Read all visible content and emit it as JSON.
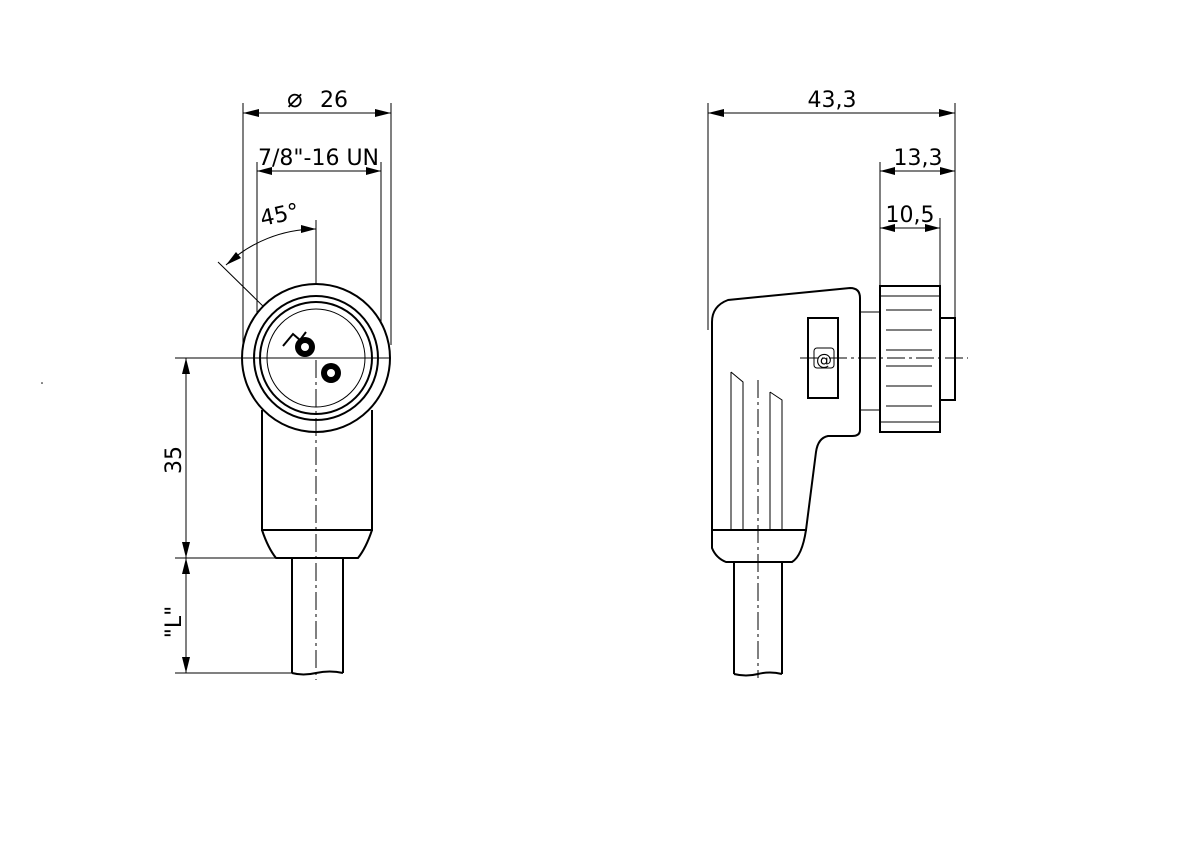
{
  "front_view": {
    "diameter_label": "26",
    "diameter_symbol": "⌀",
    "thread_label": "7/8\"-16 UN",
    "angle_label": "45°",
    "height_label": "35",
    "length_label": "\"L\""
  },
  "side_view": {
    "overall_length_label": "43,3",
    "nut_width_label": "13,3",
    "nut_inner_label": "10,5",
    "logo_label": "@"
  }
}
